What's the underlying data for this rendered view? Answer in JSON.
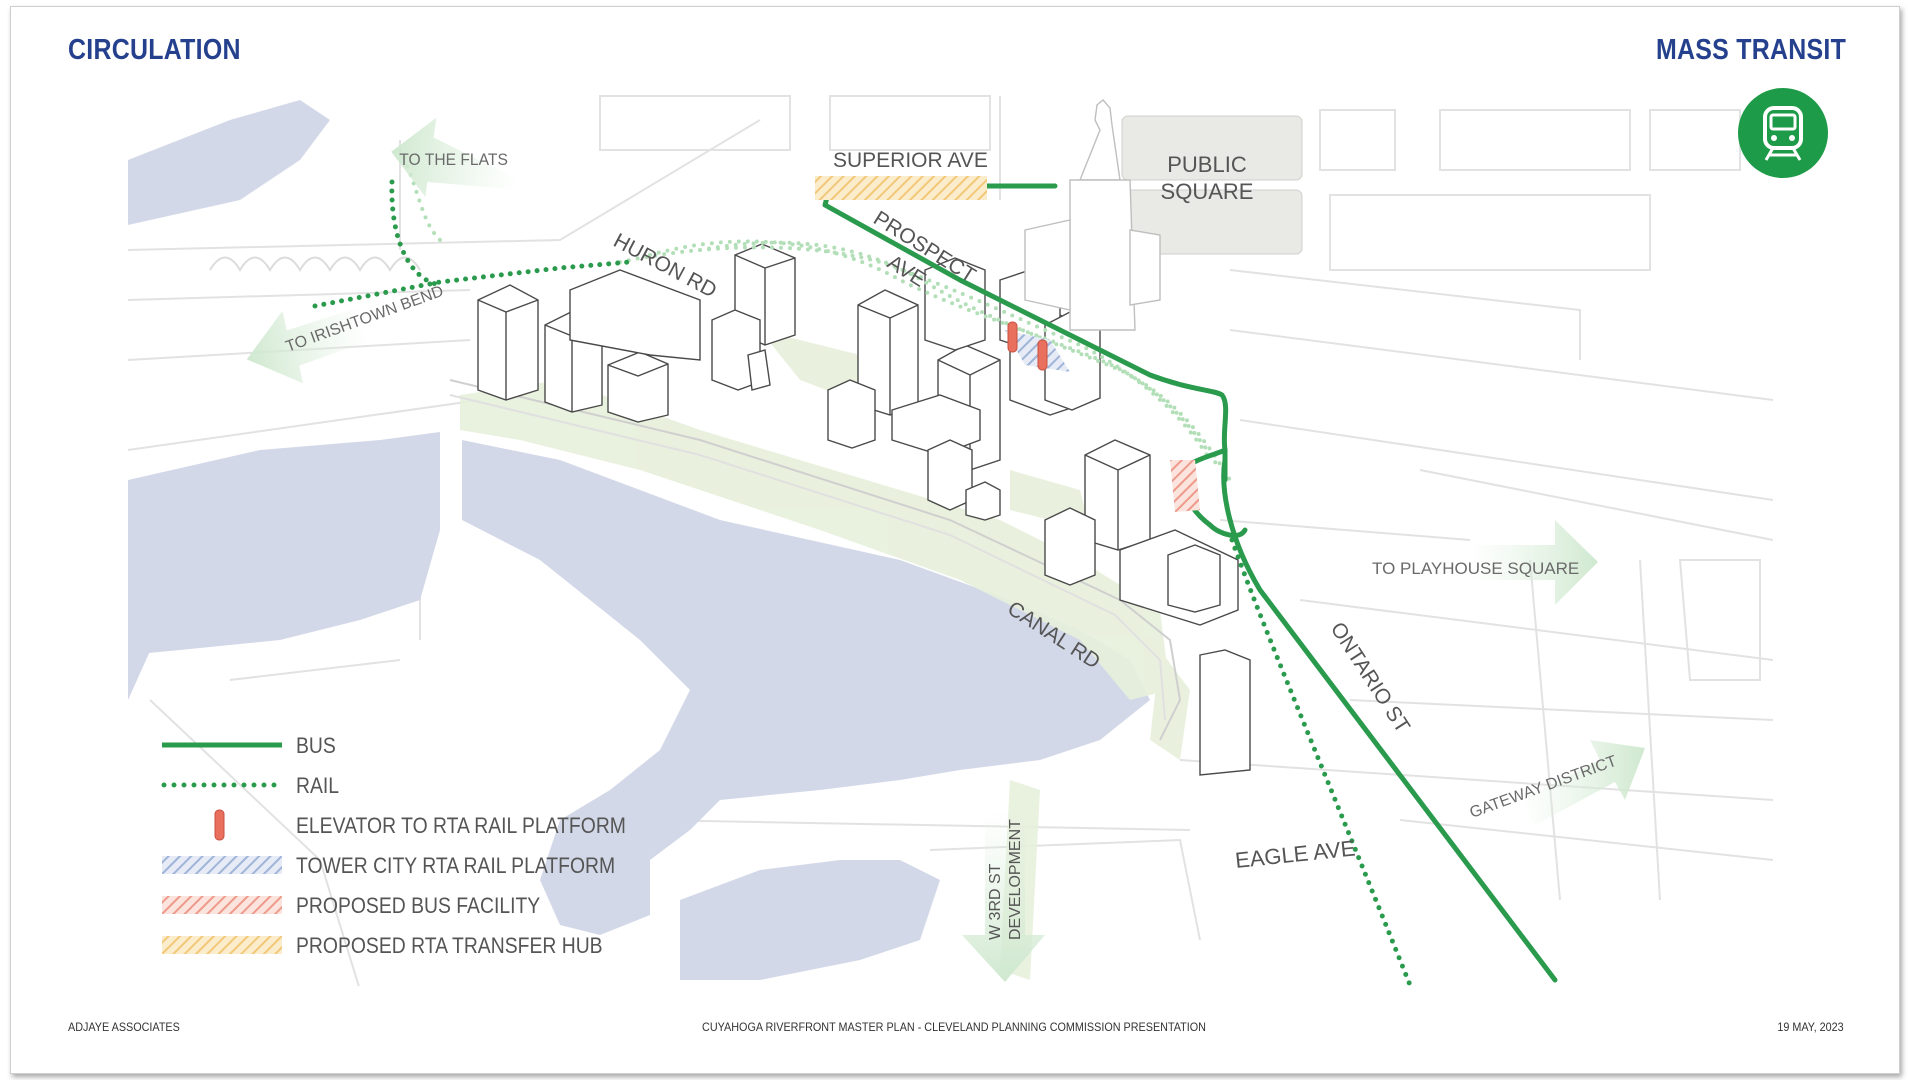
{
  "header": {
    "left_title": "CIRCULATION",
    "right_title": "MASS TRANSIT"
  },
  "icon": {
    "name": "train-icon",
    "color": "#1e9b48"
  },
  "map_labels": {
    "to_the_flats": "TO THE FLATS",
    "superior_ave": "SUPERIOR AVE",
    "public_square": [
      "PUBLIC",
      "SQUARE"
    ],
    "huron_rd": "HURON RD",
    "prospect_ave": [
      "PROSPECT",
      "AVE"
    ],
    "to_irishtown_bend": "TO IRISHTOWN BEND",
    "to_playhouse_square": "TO PLAYHOUSE SQUARE",
    "ontario_st": "ONTARIO ST",
    "canal_rd": "CANAL RD",
    "gateway_district": "GATEWAY DISTRICT",
    "eagle_ave": "EAGLE AVE",
    "w3rd_st_development": [
      "W 3RD ST",
      "DEVELOPMENT"
    ]
  },
  "legend": [
    {
      "key": "bus",
      "label": "BUS"
    },
    {
      "key": "rail",
      "label": "RAIL"
    },
    {
      "key": "elevator",
      "label": "ELEVATOR TO RTA RAIL PLATFORM"
    },
    {
      "key": "platform",
      "label": "TOWER CITY RTA RAIL PLATFORM"
    },
    {
      "key": "bus_facility",
      "label": "PROPOSED BUS FACILITY"
    },
    {
      "key": "transfer_hub",
      "label": "PROPOSED RTA TRANSFER HUB"
    }
  ],
  "colors": {
    "accent_blue": "#25418e",
    "transit_green": "#1e9b48",
    "water": "#d3d8e8",
    "park": "#e7f0db",
    "elevator_red": "#e8705c",
    "platform_blue": "#9fb4d8",
    "bus_facility_red": "#ee9a8a",
    "transfer_hub_yellow": "#f2c878"
  },
  "footer": {
    "left": "ADJAYE ASSOCIATES",
    "center": "CUYAHOGA RIVERFRONT MASTER PLAN - CLEVELAND PLANNING COMMISSION PRESENTATION",
    "right": "19 MAY, 2023"
  }
}
